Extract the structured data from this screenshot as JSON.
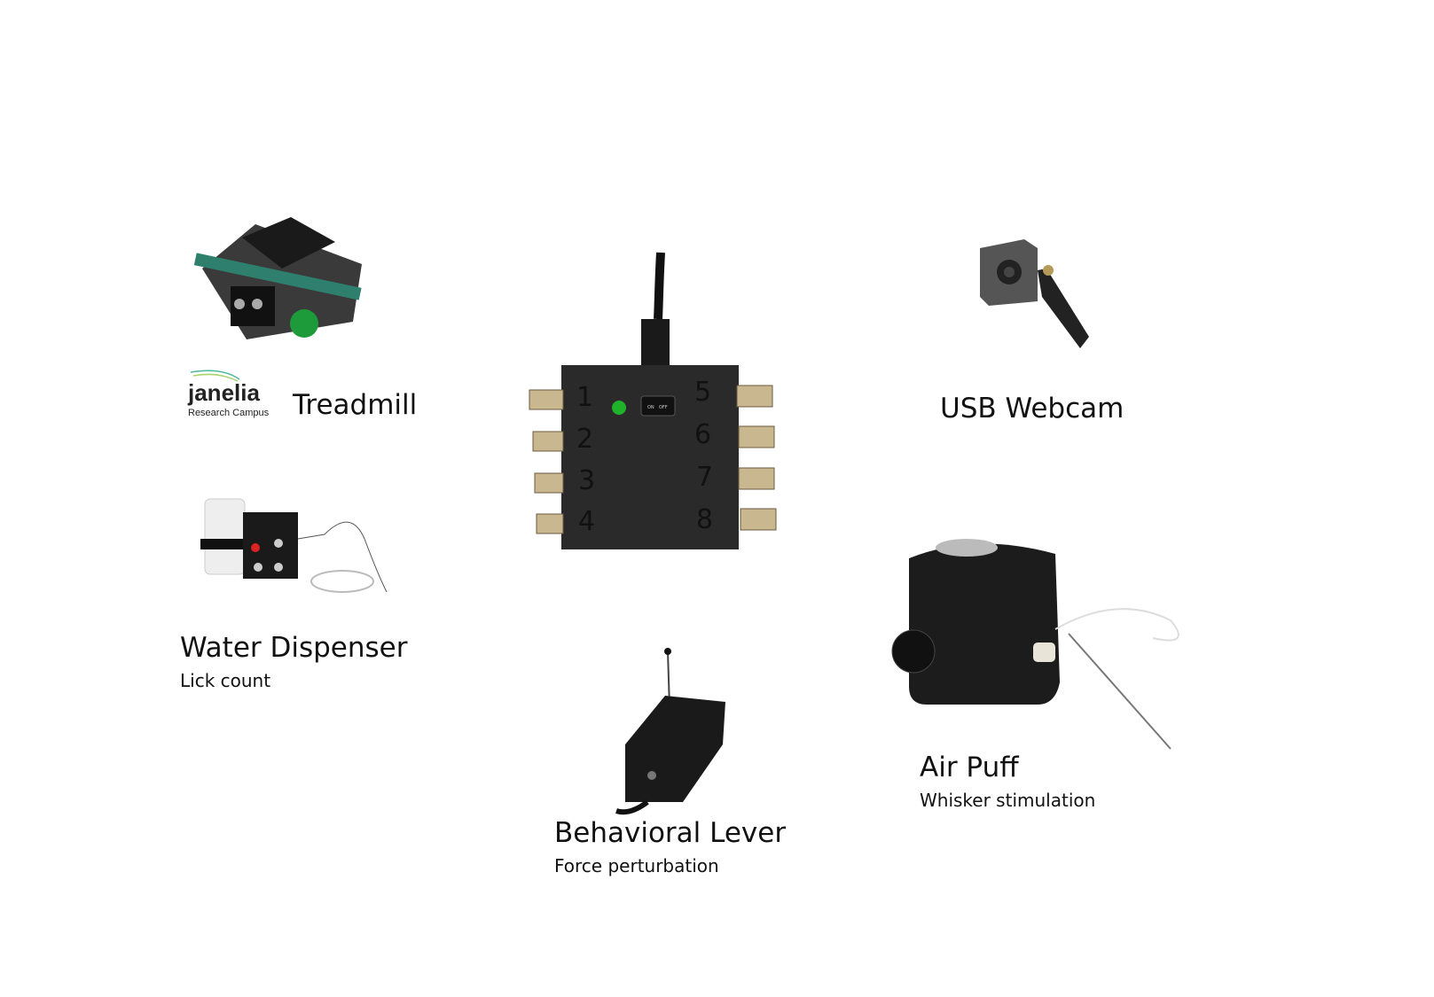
{
  "hub": {
    "ports_left": [
      "1",
      "2",
      "3",
      "4"
    ],
    "ports_right": [
      "5",
      "6",
      "7",
      "8"
    ],
    "switch_on": "ON",
    "switch_off": "OFF",
    "led_color": "#1fb32a"
  },
  "treadmill": {
    "title": "Treadmill",
    "logo_name": "janelia",
    "logo_sub": "Research Campus"
  },
  "webcam": {
    "title": "USB Webcam"
  },
  "water": {
    "title": "Water Dispenser",
    "subtitle": "Lick count"
  },
  "lever": {
    "title": "Behavioral Lever",
    "subtitle": "Force perturbation"
  },
  "airpuff": {
    "title": "Air Puff",
    "subtitle": "Whisker stimulation"
  }
}
